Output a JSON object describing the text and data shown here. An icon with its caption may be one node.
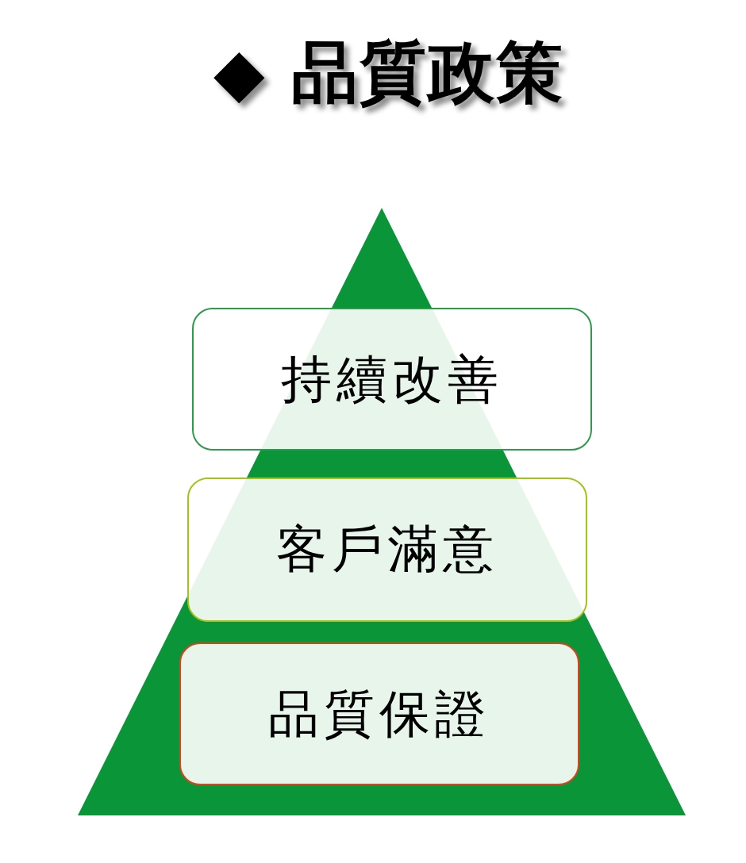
{
  "diagram": {
    "title": "◆ 品質政策",
    "nodes": [
      {
        "text": [
          "持續改善"
        ]
      },
      {
        "text": [
          "客戶滿意"
        ]
      },
      {
        "text": [
          "品質保證"
        ]
      }
    ]
  }
}
